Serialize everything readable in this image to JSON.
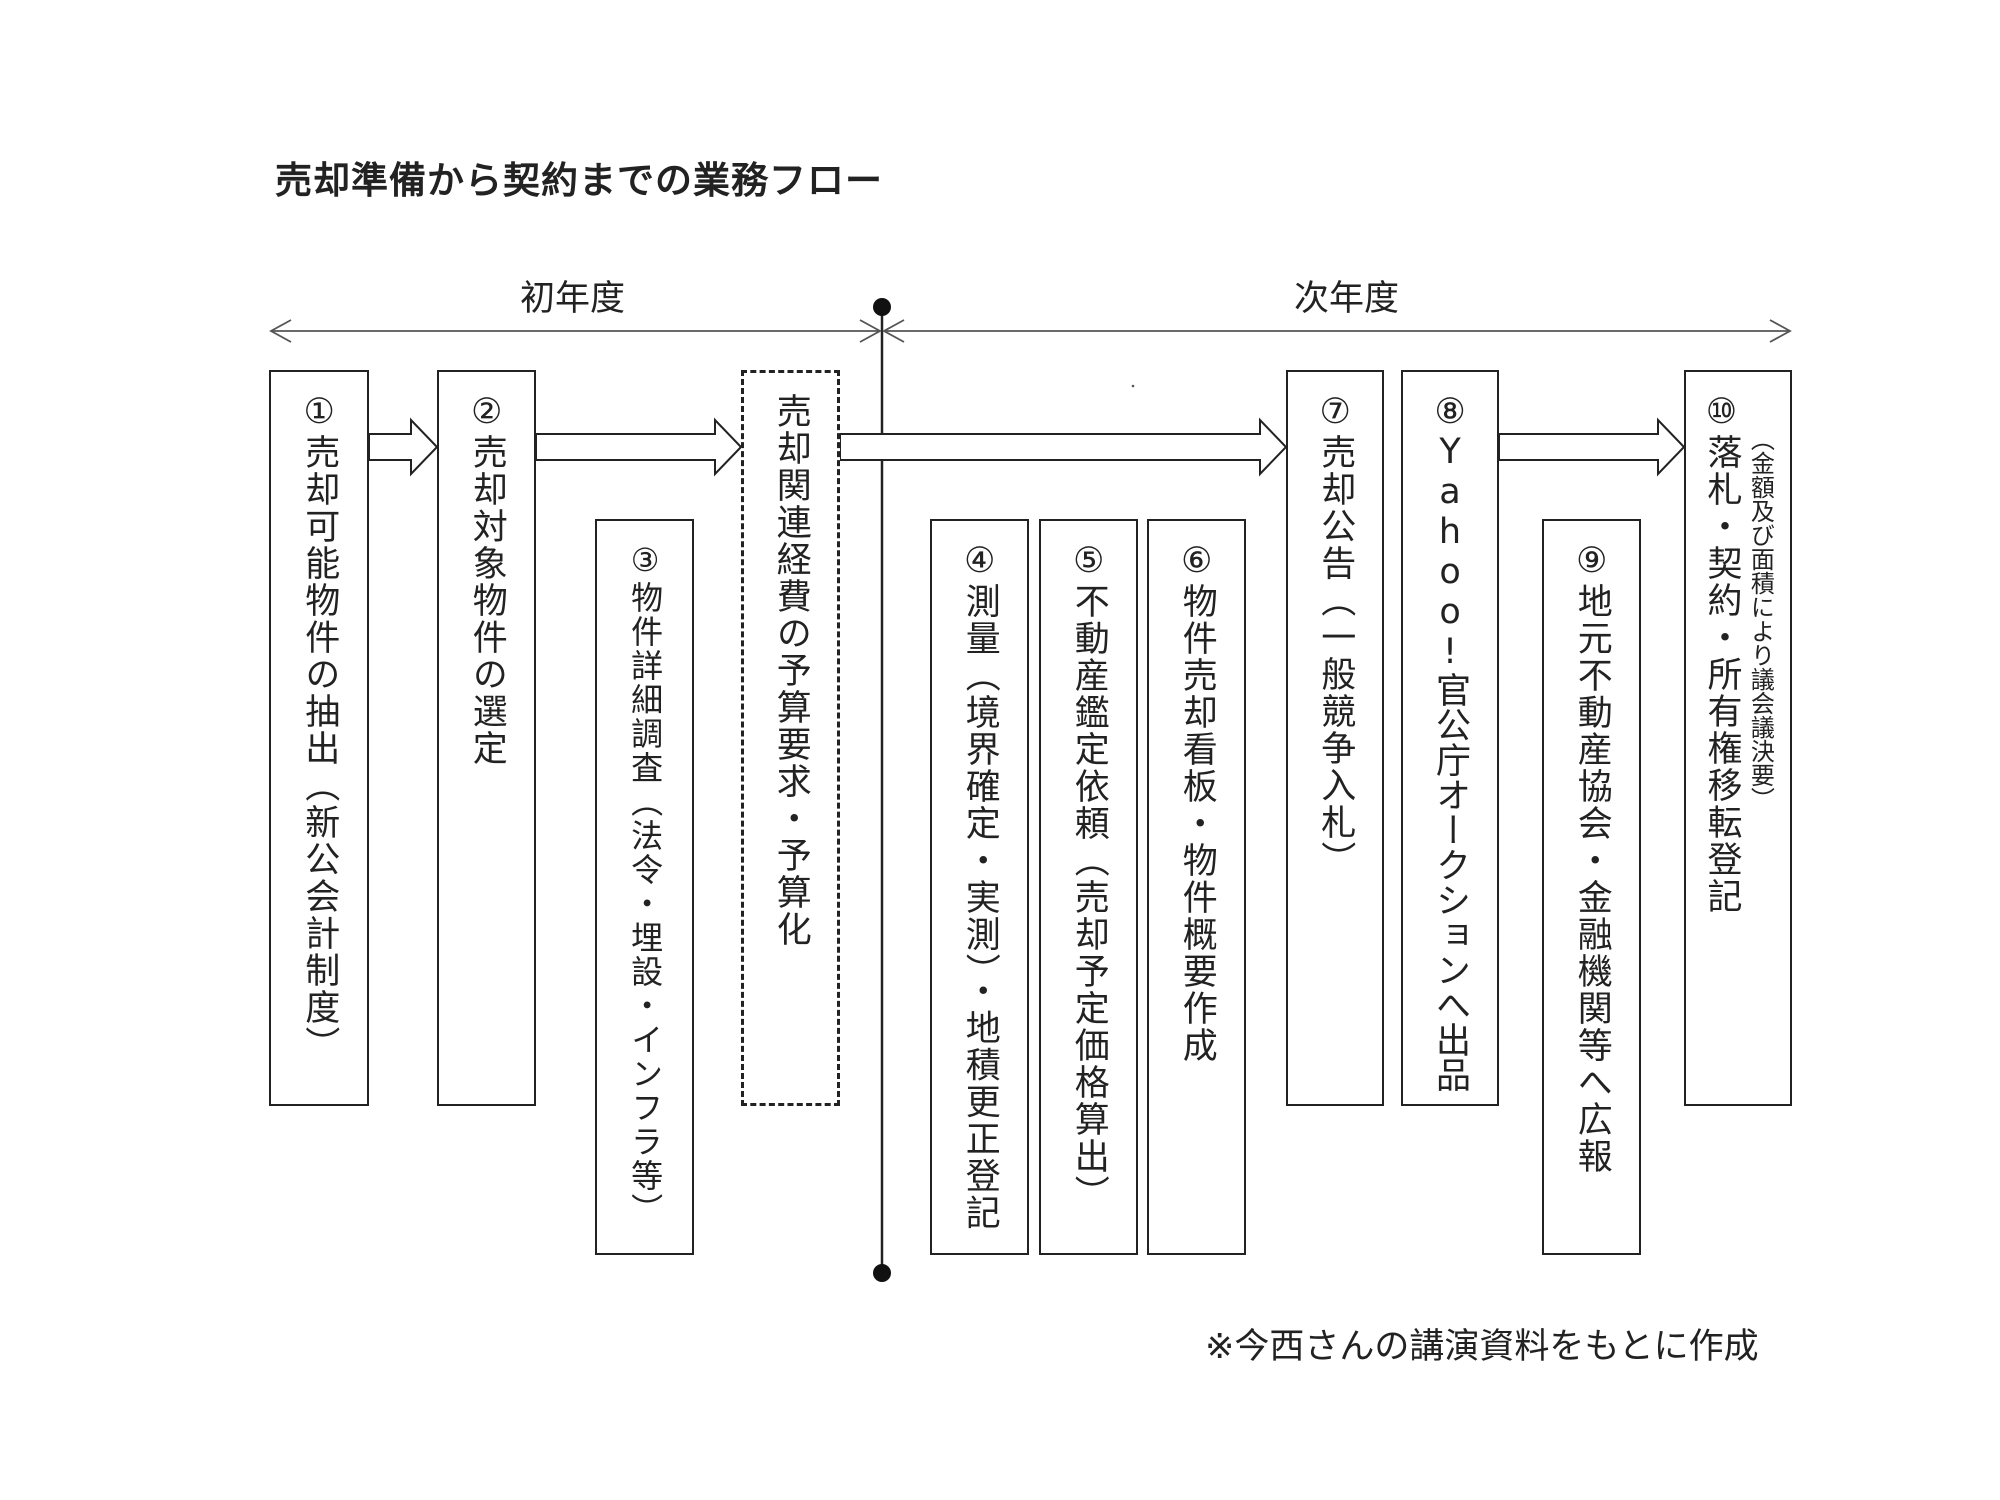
{
  "title": "売却準備から契約までの業務フロー",
  "periods": {
    "first_year": "初年度",
    "next_year": "次年度"
  },
  "steps": {
    "s1": {
      "num": "①",
      "text": "売却可能物件の抽出（新公会計制度）"
    },
    "s2": {
      "num": "②",
      "text": "売却対象物件の選定"
    },
    "s3": {
      "num": "③",
      "text": "物件詳細調査（法令・埋設・インフラ等）"
    },
    "budget": {
      "text": "売却関連経費の予算要求・予算化"
    },
    "s4": {
      "num": "④",
      "text": "測量（境界確定・実測）・地積更正登記"
    },
    "s5": {
      "num": "⑤",
      "text": "不動産鑑定依頼（売却予定価格算出）"
    },
    "s6": {
      "num": "⑥",
      "text": "物件売却看板・物件概要作成"
    },
    "s7": {
      "num": "⑦",
      "text": "売却公告（一般競争入札）"
    },
    "s8": {
      "num": "⑧",
      "text": "Yahoo!官公庁オークションへ出品"
    },
    "s9": {
      "num": "⑨",
      "text": "地元不動産協会・金融機関等へ広報"
    },
    "s10": {
      "num": "⑩",
      "text": "落札・契約・所有権移転登記",
      "note": "（金額及び面積により議会議決要）"
    }
  },
  "footer_note": "※今西さんの講演資料をもとに作成"
}
